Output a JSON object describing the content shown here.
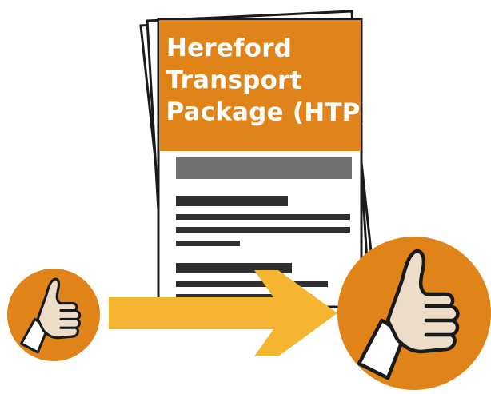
{
  "document": {
    "title_lines": [
      "Hereford",
      "Transport",
      "Package (HTP)"
    ]
  },
  "icons": {
    "left": "thumbs-up-icon",
    "right": "thumbs-up-icon",
    "document": "document-icon",
    "arrow": "arrow-right-icon"
  },
  "colors": {
    "orange": "#e0841a",
    "yellow_arrow": "#f6b531",
    "dark_bar": "#2f2f2f",
    "grey_bar": "#707070",
    "skin": "#ecdcc8"
  }
}
